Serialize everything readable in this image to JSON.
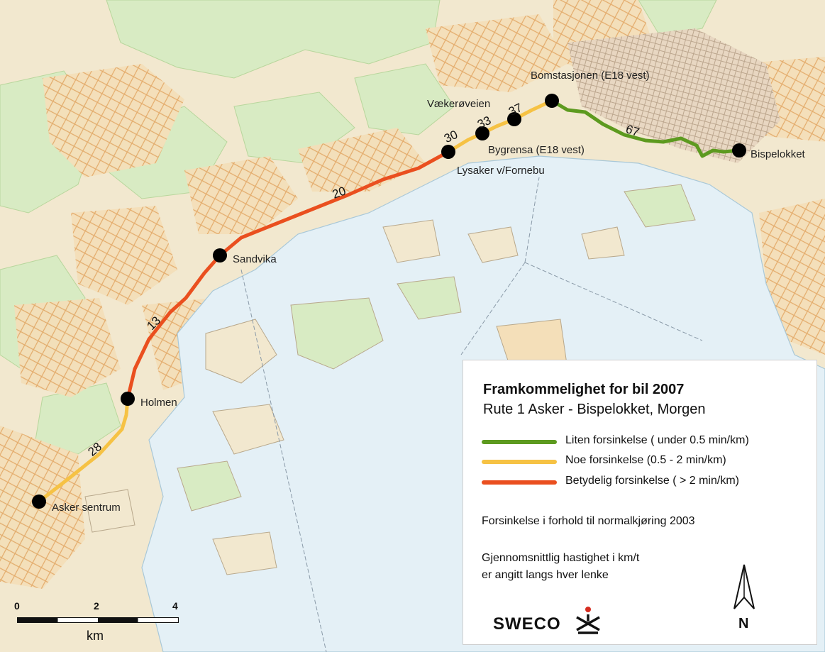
{
  "route_labels": {
    "bomstasjonen": "Bomstasjonen (E18 vest)",
    "vaekeroveien": "Vækerøveien",
    "bygrensa": "Bygrensa (E18 vest)",
    "lysaker": "Lysaker v/Fornebu",
    "bispelokket": "Bispelokket",
    "sandvika": "Sandvika",
    "holmen": "Holmen",
    "asker": "Asker sentrum"
  },
  "speeds": {
    "asker_holmen": "28",
    "holmen_sandvika": "13",
    "sandvika_lysaker": "20",
    "lysaker_vaeker": "30",
    "vaeker_bygrensa": "33",
    "bygrensa_bom": "37",
    "bom_bispelokket": "67"
  },
  "legend": {
    "title": "Framkommelighet for bil 2007",
    "subtitle": "Rute 1 Asker - Bispelokket, Morgen",
    "items": [
      {
        "label": "Liten forsinkelse ( under 0.5 min/km)",
        "color": "#5d9a1f"
      },
      {
        "label": "Noe forsinkelse (0.5 - 2 min/km)",
        "color": "#f6c244"
      },
      {
        "label": "Betydelig forsinkelse ( > 2 min/km)",
        "color": "#ea4f1f"
      }
    ],
    "note1": "Forsinkelse i forhold til normalkjøring 2003",
    "note2_line1": "Gjennomsnittlig hastighet i km/t",
    "note2_line2": "er angitt langs hver lenke",
    "brand": "SWECO",
    "north": "N"
  },
  "scale": {
    "ticks": [
      "0",
      "2",
      "4"
    ],
    "unit": "km"
  },
  "colors": {
    "land": "#f2e8cf",
    "forest": "#d9ecc5",
    "water": "#e4f0f6",
    "roads": "#e2a55d",
    "urban": "#c8b9a6",
    "green": "#5d9a1f",
    "yellow": "#f6c244",
    "red": "#ea4f1f"
  }
}
